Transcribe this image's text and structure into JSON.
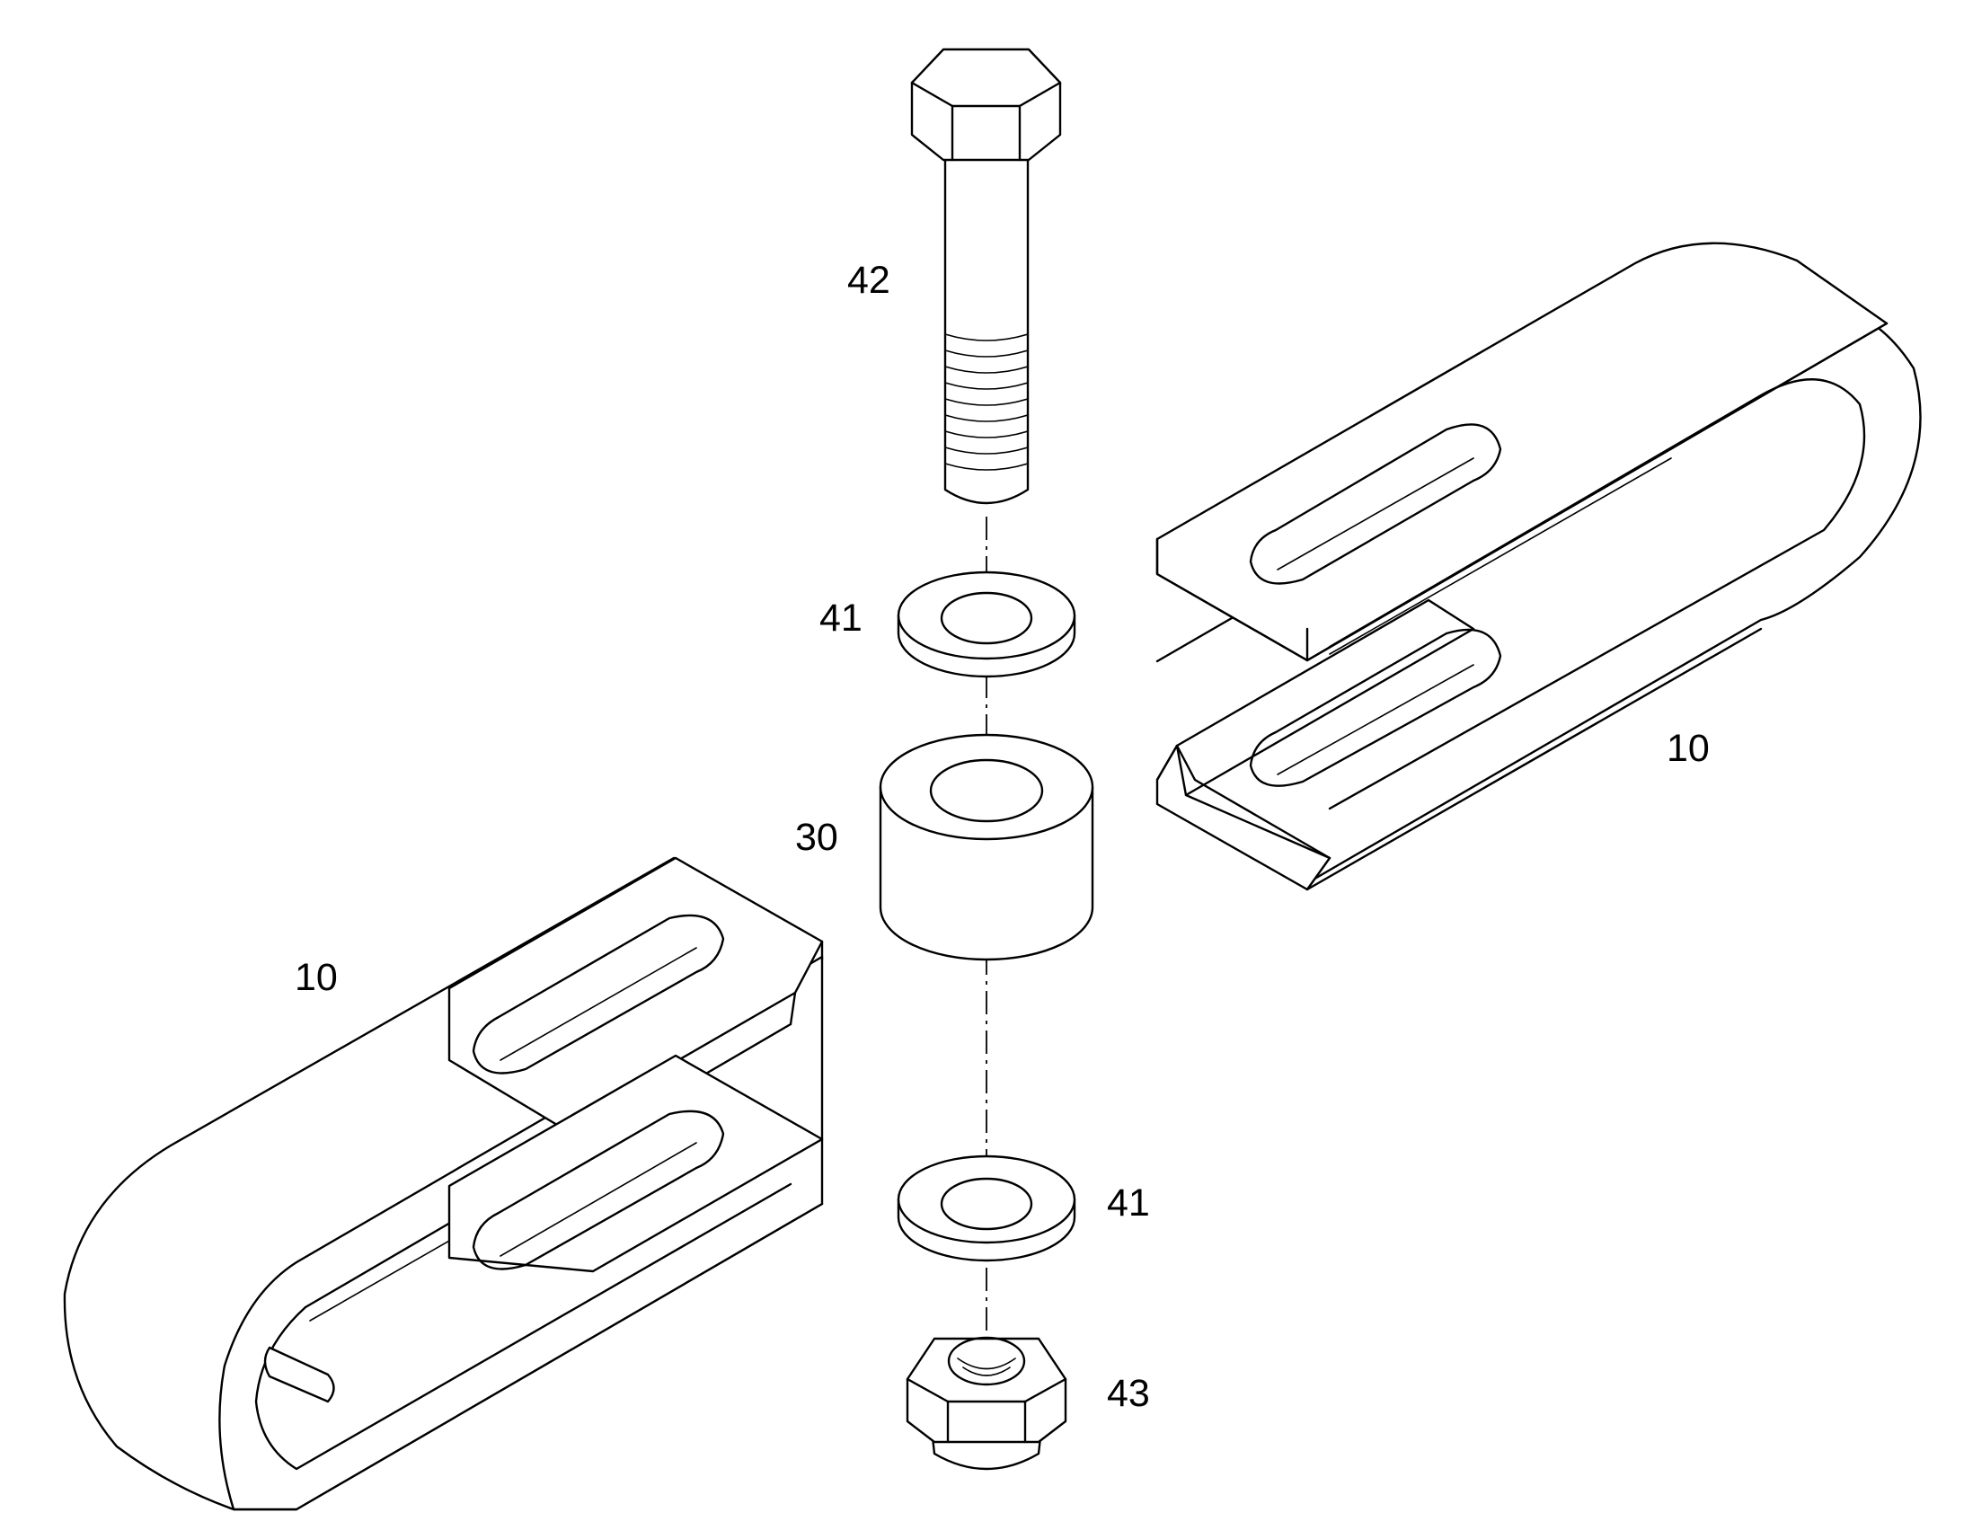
{
  "labels": {
    "bolt": "42",
    "washer_upper": "41",
    "spacer": "30",
    "clamp_right": "10",
    "clamp_left": "10",
    "washer_lower": "41",
    "nut": "43"
  }
}
